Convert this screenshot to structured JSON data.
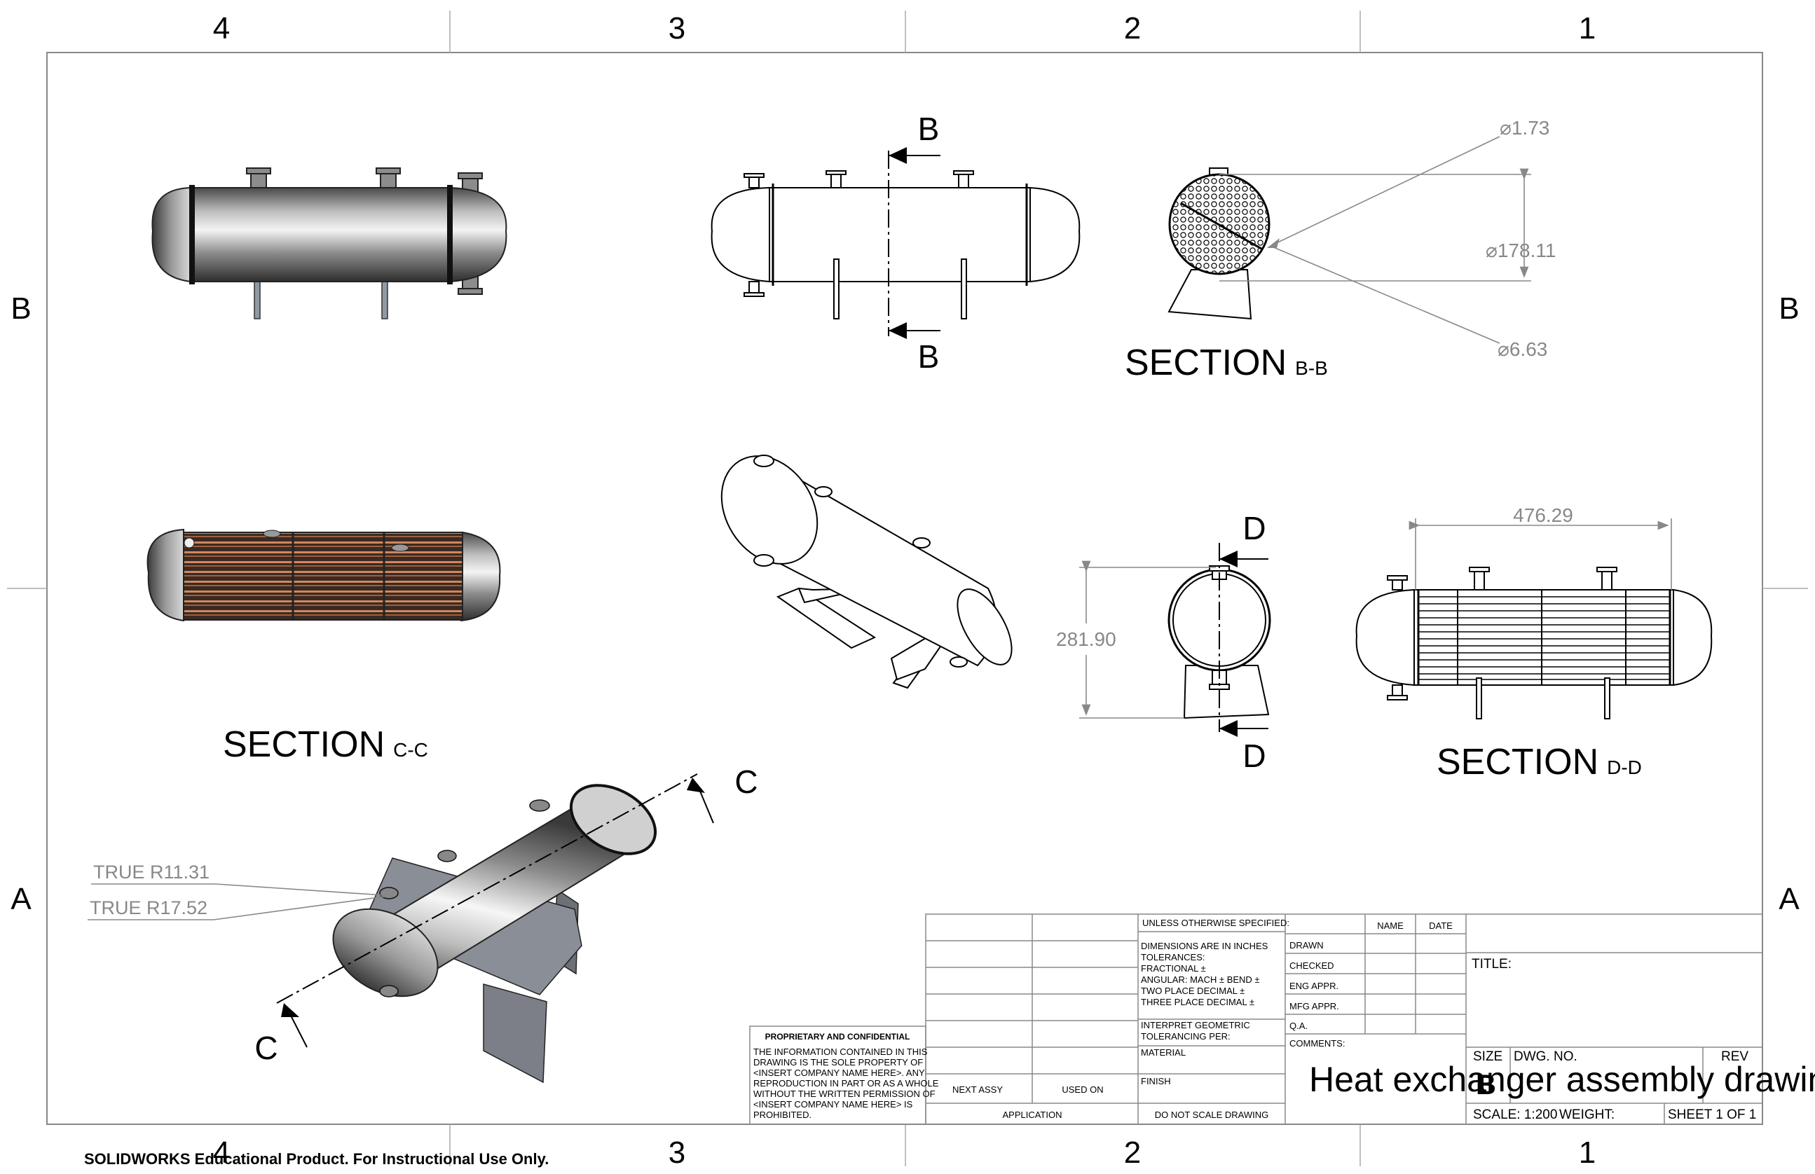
{
  "zone_labels": {
    "top": [
      "4",
      "3",
      "2",
      "1"
    ],
    "bottom": [
      "4",
      "3",
      "2",
      "1"
    ],
    "left": [
      "B",
      "A"
    ],
    "right": [
      "B",
      "A"
    ]
  },
  "section_markers": {
    "b_top": "B",
    "b_bottom": "B",
    "c_top": "C",
    "c_bottom": "C",
    "d_top": "D",
    "d_bottom": "D"
  },
  "section_titles": {
    "bb": {
      "label": "SECTION",
      "suffix": "B-B"
    },
    "cc": {
      "label": "SECTION",
      "suffix": "C-C"
    },
    "dd": {
      "label": "SECTION",
      "suffix": "D-D"
    }
  },
  "dimensions": {
    "dia_tube": "1.73",
    "dia_shell": "178.11",
    "dia_pitch": "6.63",
    "length": "476.29",
    "height": "281.90",
    "radius_inner": "TRUE R11.31",
    "radius_outer": "TRUE R17.52",
    "diameter_symbol": "⌀"
  },
  "title_block": {
    "unless": "UNLESS OTHERWISE SPECIFIED:",
    "dims_inches": "DIMENSIONS ARE IN INCHES",
    "tolerances": "TOLERANCES:",
    "fractional": "FRACTIONAL ±",
    "angular": "ANGULAR: MACH ±    BEND ±",
    "two_place": "TWO PLACE DECIMAL    ±",
    "three_place": "THREE PLACE DECIMAL    ±",
    "interpret": "INTERPRET GEOMETRIC",
    "tolerancing": "TOLERANCING PER:",
    "material": "MATERIAL",
    "finish": "FINISH",
    "do_not_scale": "DO NOT SCALE DRAWING",
    "next_assy": "NEXT ASSY",
    "used_on": "USED ON",
    "application": "APPLICATION",
    "name_hdr": "NAME",
    "date_hdr": "DATE",
    "drawn": "DRAWN",
    "checked": "CHECKED",
    "eng_appr": "ENG APPR.",
    "mfg_appr": "MFG APPR.",
    "qa": "Q.A.",
    "comments": "COMMENTS:",
    "title_lbl": "TITLE:",
    "size_lbl": "SIZE",
    "dwg_no_lbl": "DWG.  NO.",
    "rev_lbl": "REV",
    "size_val": "B",
    "drawing_title": "Heat exchanger assembly drawing",
    "scale": "SCALE: 1:200",
    "weight": "WEIGHT:",
    "sheet": "SHEET 1 OF 1",
    "proprietary_hdr": "PROPRIETARY AND CONFIDENTIAL",
    "proprietary_lines": [
      "THE INFORMATION CONTAINED IN THIS",
      "DRAWING IS THE SOLE PROPERTY OF",
      "<INSERT COMPANY NAME HERE>.  ANY",
      "REPRODUCTION IN PART OR AS A WHOLE",
      "WITHOUT THE WRITTEN PERMISSION OF",
      "<INSERT COMPANY NAME HERE> IS",
      "PROHIBITED."
    ]
  },
  "watermark": "SOLIDWORKS Educational Product. For Instructional Use Only."
}
